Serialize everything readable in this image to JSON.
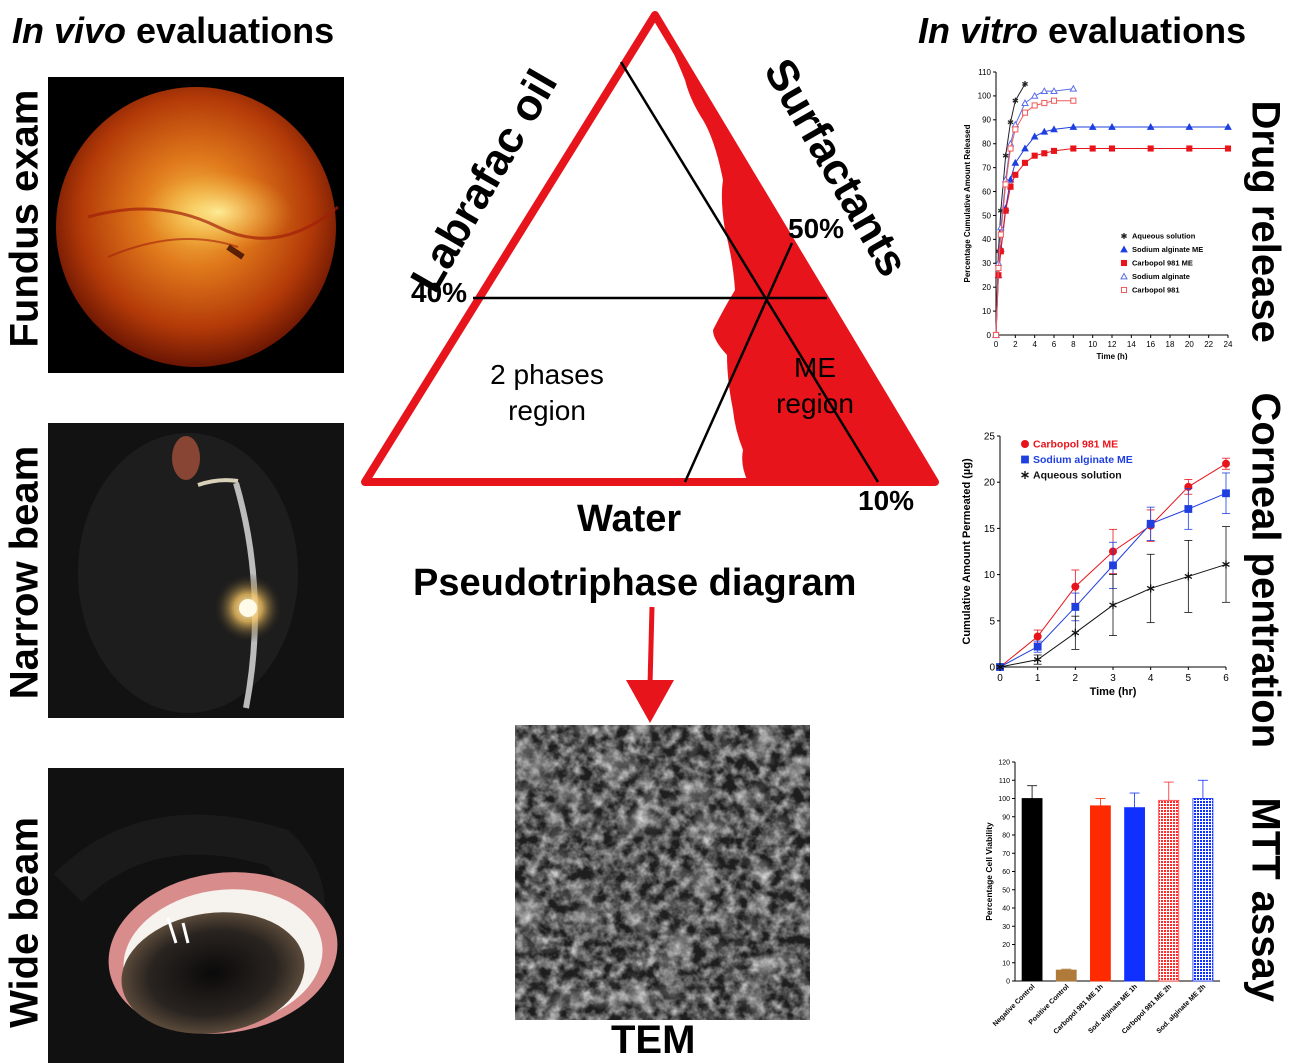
{
  "headers": {
    "invivo_italic": "In vivo",
    "invivo_rest": " evaluations",
    "invitro_italic": "In vitro",
    "invitro_rest": " evaluations"
  },
  "left_labels": {
    "fundus": "Fundus exam",
    "narrow": "Narrow beam",
    "wide": "Wide beam"
  },
  "right_labels": {
    "drug_release": "Drug release",
    "corneal": "Corneal pentration",
    "mtt": "MTT assay"
  },
  "triangle": {
    "labrafac": "Labrafac oil",
    "surfactants": "Surfactants",
    "water": "Water",
    "pct_40": "40%",
    "pct_50": "50%",
    "pct_10": "10%",
    "two_phase_line1": "2 phases",
    "two_phase_line2": "region",
    "me_line1": "ME",
    "me_line2": "region",
    "title": "Pseudotriphase diagram",
    "red": "#e8141b"
  },
  "tem_label": "TEM",
  "chart_data": [
    {
      "type": "line",
      "xlabel": "Time (h)",
      "ylabel": "Percentage Cumulative Amount Released",
      "xlim": [
        0,
        24
      ],
      "ylim": [
        0,
        110
      ],
      "xticks": [
        0,
        2,
        4,
        6,
        8,
        10,
        12,
        14,
        16,
        18,
        20,
        22,
        24
      ],
      "yticks": [
        0,
        10,
        20,
        30,
        40,
        50,
        60,
        70,
        80,
        90,
        100,
        110
      ],
      "series": [
        {
          "name": "Aqueous solution",
          "color": "#222222",
          "marker": "star",
          "x": [
            0,
            0.25,
            0.5,
            1,
            1.5,
            2,
            3
          ],
          "y": [
            0,
            35,
            52,
            75,
            89,
            98,
            105
          ]
        },
        {
          "name": "Sodium alginate ME",
          "color": "#1f3fe0",
          "marker": "triangle-filled",
          "x": [
            0,
            0.25,
            0.5,
            1,
            1.5,
            2,
            3,
            4,
            5,
            6,
            8,
            10,
            12,
            16,
            20,
            24
          ],
          "y": [
            0,
            25,
            36,
            53,
            65,
            72,
            78,
            83,
            85,
            86,
            87,
            87,
            87,
            87,
            87,
            87
          ]
        },
        {
          "name": "Carbopol 981 ME",
          "color": "#e8141b",
          "marker": "square-filled",
          "x": [
            0,
            0.25,
            0.5,
            1,
            1.5,
            2,
            3,
            4,
            5,
            6,
            8,
            10,
            12,
            16,
            20,
            24
          ],
          "y": [
            0,
            25,
            35,
            52,
            62,
            67,
            72,
            75,
            76,
            77,
            78,
            78,
            78,
            78,
            78,
            78
          ]
        },
        {
          "name": "Sodium alginate",
          "color": "#5a6ee8",
          "marker": "triangle-open",
          "x": [
            0,
            0.25,
            0.5,
            1,
            1.5,
            2,
            3,
            4,
            5,
            6,
            8
          ],
          "y": [
            0,
            30,
            45,
            65,
            80,
            88,
            97,
            100,
            102,
            102,
            103
          ]
        },
        {
          "name": "Carbopol 981",
          "color": "#ef5a5a",
          "marker": "square-open",
          "x": [
            0,
            0.25,
            0.5,
            1,
            1.5,
            2,
            3,
            4,
            5,
            6,
            8
          ],
          "y": [
            0,
            28,
            42,
            63,
            78,
            86,
            93,
            96,
            97,
            98,
            98
          ]
        }
      ]
    },
    {
      "type": "line",
      "xlabel": "Time (hr)",
      "ylabel": "Cumulative Amount Permeated (µg)",
      "xlim": [
        0,
        6
      ],
      "ylim": [
        0,
        25
      ],
      "xticks": [
        0,
        1,
        2,
        3,
        4,
        5,
        6
      ],
      "yticks": [
        0,
        5,
        10,
        15,
        20,
        25
      ],
      "series": [
        {
          "name": "Carbopol 981 ME",
          "color": "#e8141b",
          "marker": "circle",
          "x": [
            0,
            1,
            2,
            3,
            4,
            5,
            6
          ],
          "y": [
            0,
            3.3,
            8.7,
            12.5,
            15.3,
            19.5,
            22
          ],
          "err": [
            0,
            0.7,
            1.8,
            2.4,
            1.7,
            0.8,
            0.6
          ]
        },
        {
          "name": "Sodium alginate ME",
          "color": "#1f3fe0",
          "marker": "square",
          "x": [
            0,
            1,
            2,
            3,
            4,
            5,
            6
          ],
          "y": [
            0,
            2.2,
            6.5,
            11,
            15.5,
            17.1,
            18.8
          ],
          "err": [
            0,
            0.6,
            1.5,
            2.5,
            1.8,
            2.2,
            2.2
          ]
        },
        {
          "name": "Aqueous solution",
          "color": "#111111",
          "marker": "star",
          "x": [
            0,
            1,
            2,
            3,
            4,
            5,
            6
          ],
          "y": [
            0,
            0.8,
            3.7,
            6.7,
            8.5,
            9.8,
            11.1
          ],
          "err": [
            0,
            0.5,
            1.8,
            3.3,
            3.7,
            3.9,
            4.1
          ]
        }
      ]
    },
    {
      "type": "bar",
      "ylabel": "Percentage Cell Viability",
      "ylim": [
        0,
        120
      ],
      "yticks": [
        0,
        10,
        20,
        30,
        40,
        50,
        60,
        70,
        80,
        90,
        100,
        110,
        120
      ],
      "categories": [
        "Negative Control",
        "Positive Control",
        "Carbopol 981 ME 1h",
        "Sod. alginate ME 1h",
        "Carbopol 981 ME 2h",
        "Sod. alginate ME 2h"
      ],
      "values": [
        100,
        6,
        96,
        95,
        99,
        100
      ],
      "errors": [
        7,
        0.5,
        4,
        8,
        10,
        10
      ],
      "colors": [
        "#000000",
        "#b07a3a",
        "#ff2a00",
        "#1030ff",
        "#ff2a2a",
        "#1030ff"
      ],
      "patterned": [
        false,
        false,
        false,
        false,
        true,
        true
      ]
    }
  ]
}
